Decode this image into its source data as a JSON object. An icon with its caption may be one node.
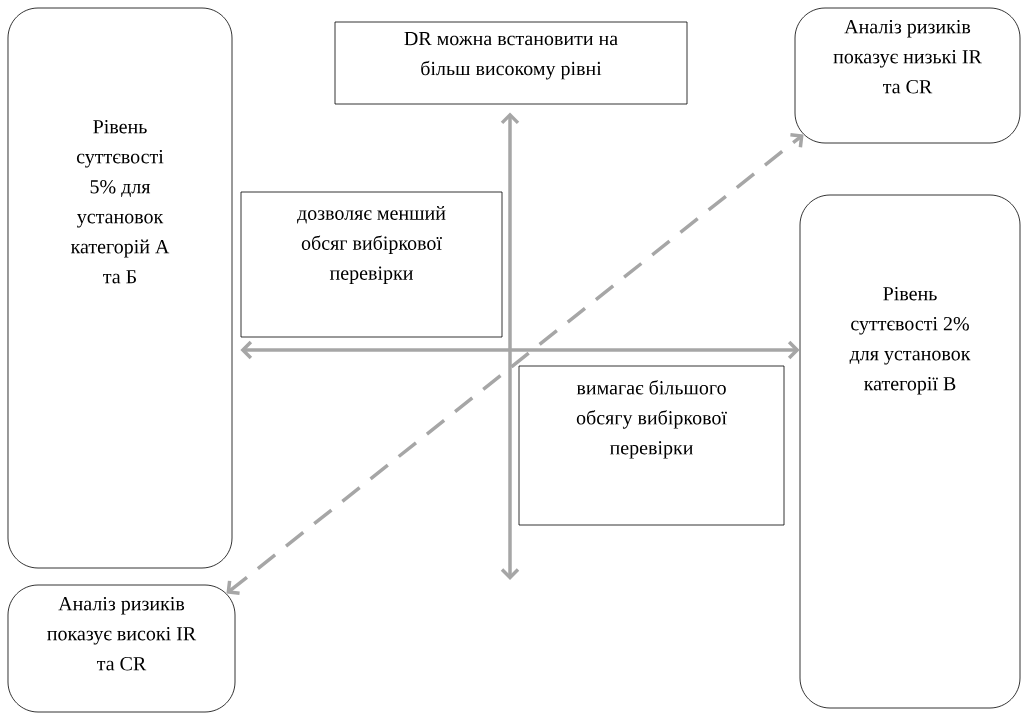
{
  "diagram": {
    "nodes": [
      {
        "text": [
          "Рівень суттєвості 5% для установок категорій А та Б"
        ]
      },
      {
        "text": [
          "DR можна встановити на більш високому рівні"
        ]
      },
      {
        "text": [
          "Аналіз ризиків показує низькі IR та CR"
        ]
      },
      {
        "text": [
          "дозволяє менший обсяг вибіркової перевірки"
        ]
      },
      {
        "text": [
          "Рівень суттєвості 2% для установок категорії В"
        ]
      },
      {
        "text": [
          "вимагає більшого обсягу вибіркової перевірки"
        ]
      },
      {
        "text": [
          "Аналіз ризиків показує високі IR та CR"
        ]
      }
    ],
    "edges": [
      {
        "from": 0,
        "to": 4,
        "arrow": "both"
      },
      {
        "from": null,
        "to": 1,
        "arrow": "both"
      },
      {
        "from": 6,
        "to": 2,
        "arrow": "both",
        "style": "dashed"
      }
    ]
  }
}
